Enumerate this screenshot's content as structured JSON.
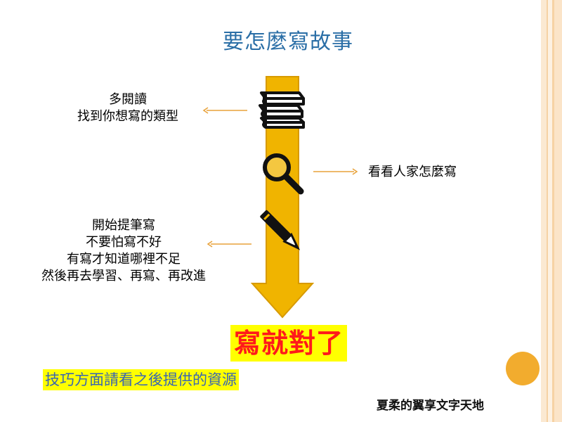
{
  "slide": {
    "title": "要怎麼寫故事",
    "left_note_1": [
      "多閱讀",
      "找到你想寫的類型"
    ],
    "right_note": "看看人家怎麼寫",
    "left_note_2": [
      "開始提筆寫",
      "不要怕寫不好",
      "有寫才知道哪裡不足",
      "然後再去學習、再寫、再改進"
    ],
    "highlight": "寫就對了",
    "tip": "技巧方面請看之後提供的資源",
    "credit": "夏柔的翼享文字天地"
  },
  "colors": {
    "title": "#2a6ea6",
    "arrow_fill": "#f0b400",
    "arrow_shaft": "#e8b000",
    "small_arrow": "#e8a23a",
    "highlight_bg": "#ffff00",
    "highlight_text": "#ff1a1a",
    "tip_text": "#3a66b0",
    "orb": "#f2ac2e",
    "stripe_light": "#fbe9d2",
    "stripe_mid": "#f6d2a4"
  },
  "icons": {
    "books": "books-icon",
    "search": "magnifier-icon",
    "pen": "pen-icon"
  }
}
